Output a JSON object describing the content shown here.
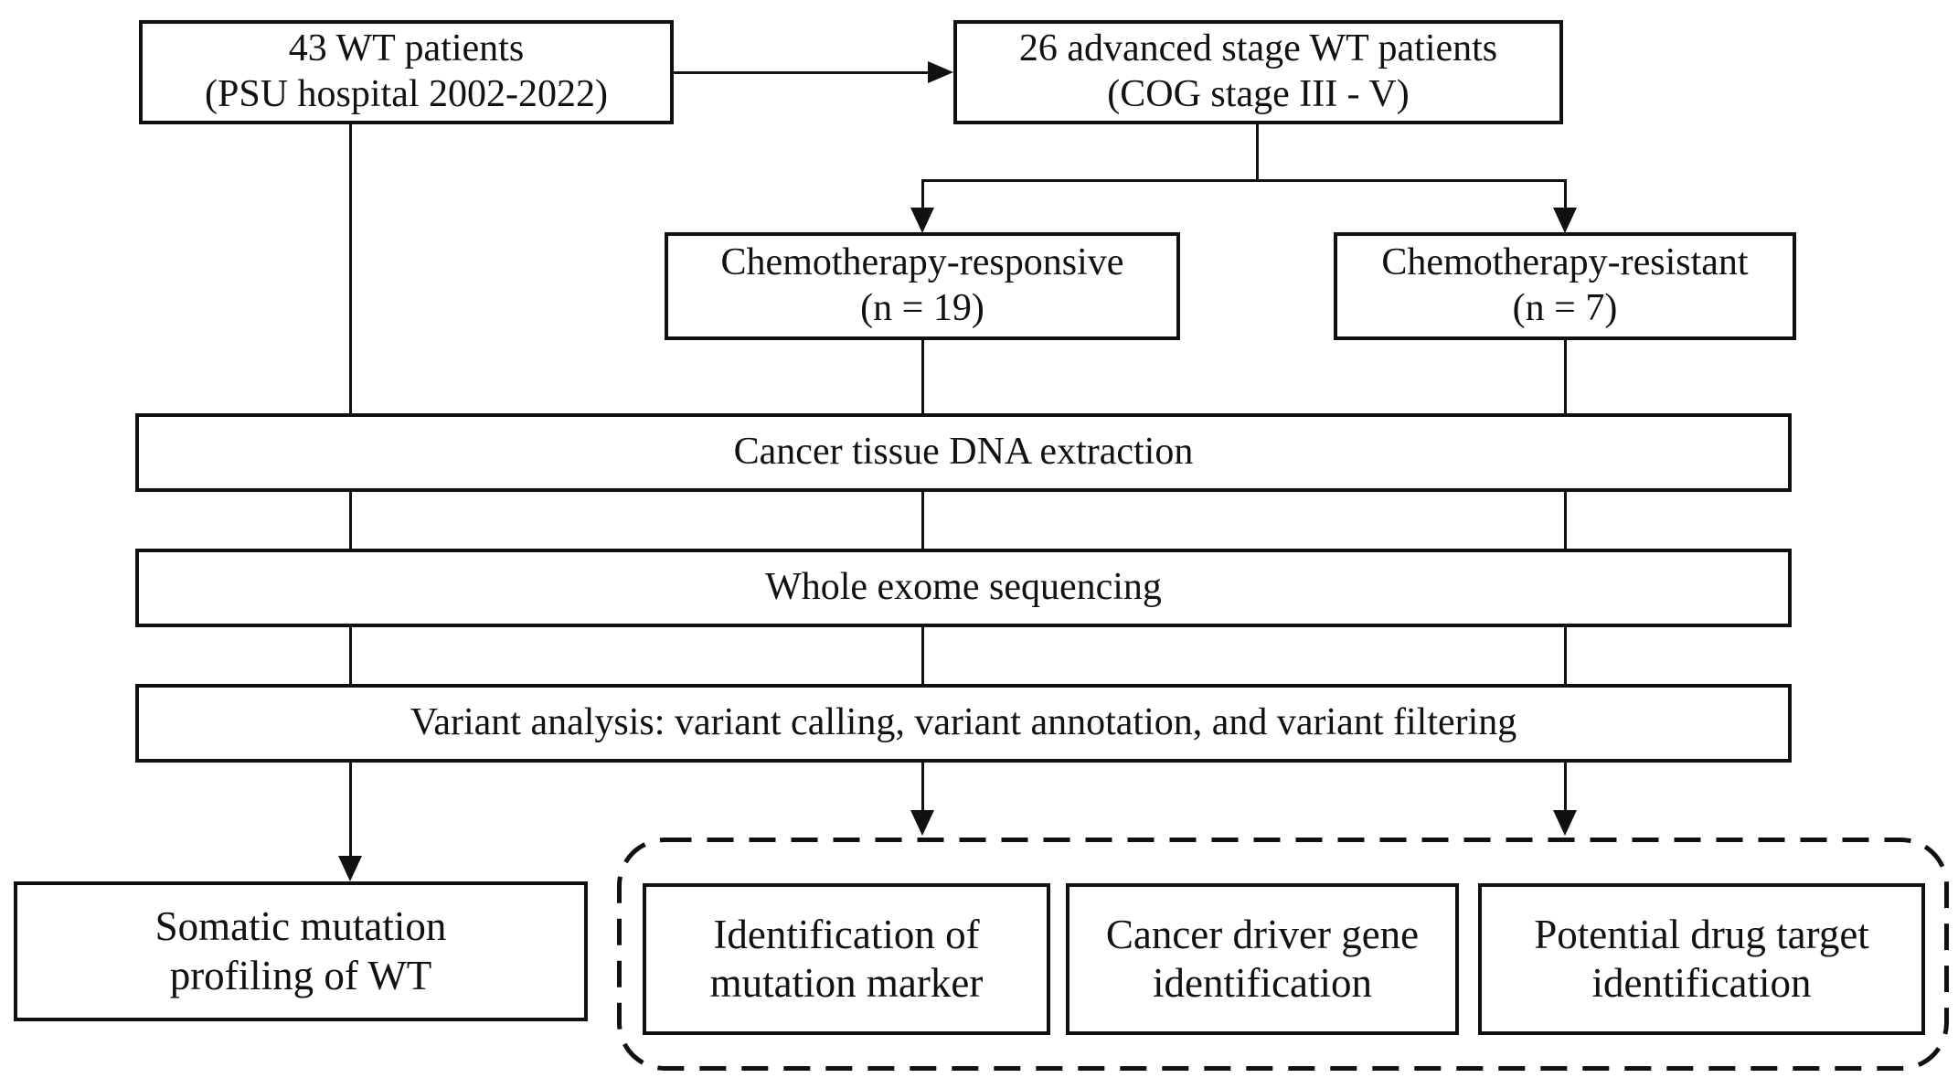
{
  "figure": {
    "type": "flowchart",
    "background_color": "#ffffff",
    "line_color": "#111111",
    "box_fill_color": "#ffffff"
  },
  "nodes": {
    "cohort": {
      "line1": "43 WT patients",
      "line2": "(PSU hospital 2002-2022)"
    },
    "advanced": {
      "line1": "26 advanced stage WT patients",
      "line2": "(COG stage III - V)"
    },
    "responsive": {
      "line1": "Chemotherapy-responsive",
      "line2": "(n = 19)"
    },
    "resistant": {
      "line1": "Chemotherapy-resistant",
      "line2": "(n = 7)"
    },
    "dna_extraction": {
      "label": "Cancer tissue DNA extraction"
    },
    "wes": {
      "label": "Whole exome sequencing"
    },
    "variant_analysis": {
      "label": "Variant analysis: variant calling, variant annotation, and variant filtering"
    },
    "somatic_profiling": {
      "line1": "Somatic mutation",
      "line2": "profiling of WT"
    },
    "mutation_marker": {
      "line1": "Identification of",
      "line2": "mutation marker"
    },
    "driver_gene": {
      "line1": "Cancer driver gene",
      "line2": "identification"
    },
    "drug_target": {
      "line1": "Potential drug target",
      "line2": "identification"
    }
  },
  "edges": [
    "cohort -> advanced",
    "advanced -> responsive",
    "advanced -> resistant",
    "cohort -> somatic_profiling",
    "responsive -> analysis-group",
    "resistant -> analysis-group"
  ]
}
